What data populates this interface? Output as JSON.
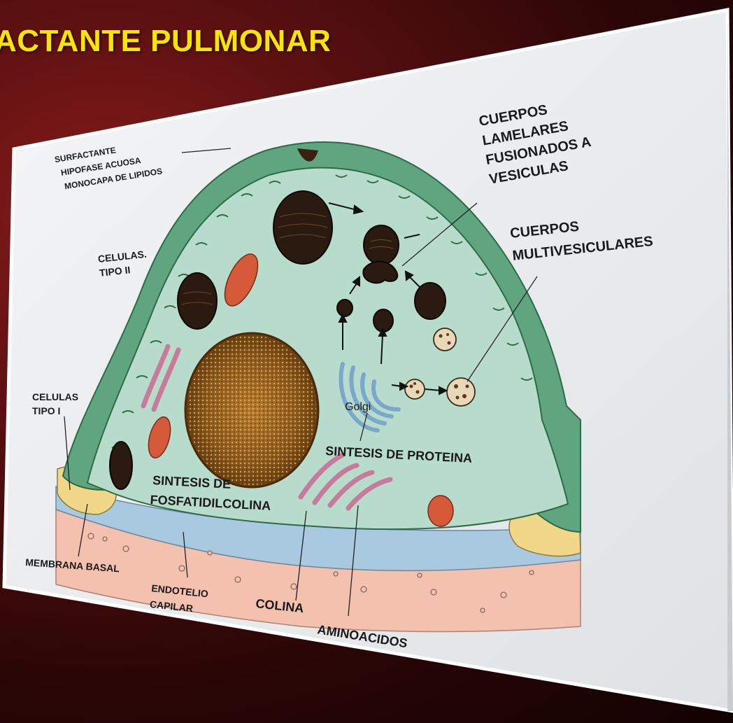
{
  "title": "ACTANTE PULMONAR",
  "labels": {
    "surfactante": "SURFACTANTE",
    "hipofase": "HIPOFASE ACUOSA",
    "monocapa": "MONOCAPA DE LIPIDOS",
    "celulas_tipo_ii_1": "CELULAS.",
    "celulas_tipo_ii_2": "TIPO II",
    "celulas_tipo_i_1": "CELULAS",
    "celulas_tipo_i_2": "TIPO I",
    "cuerpos_lamelares_1": "CUERPOS",
    "cuerpos_lamelares_2": "LAMELARES",
    "cuerpos_lamelares_3": "FUSIONADOS A",
    "cuerpos_lamelares_4": "VESICULAS",
    "cuerpos_multi_1": "CUERPOS",
    "cuerpos_multi_2": "MULTIVESICULARES",
    "golgi": "Golgi",
    "sintesis_proteina": "SINTESIS DE PROTEINA",
    "sintesis_fosfa_1": "SINTESIS DE",
    "sintesis_fosfa_2": "FOSFATIDILCOLINA",
    "membrana_basal": "MEMBRANA BASAL",
    "endotelio_1": "ENDOTELIO",
    "endotelio_2": "CAPILAR",
    "colina": "COLINA",
    "aminoacidos": "AMINOACIDOS"
  },
  "colors": {
    "title": "#f7e500",
    "surfactant_layer": "#5fa680",
    "cytoplasm": "#b8dccc",
    "nucleus": "#c98f3c",
    "organelle_dark": "#2a1a10",
    "er_pink": "#c97a9a",
    "mitochondria": "#d45a3a",
    "basal_membrane": "#a9c9e0",
    "endothelium": "#f3c1ad",
    "type_i_cell": "#f0d888",
    "golgi": "#7aa7cc"
  }
}
